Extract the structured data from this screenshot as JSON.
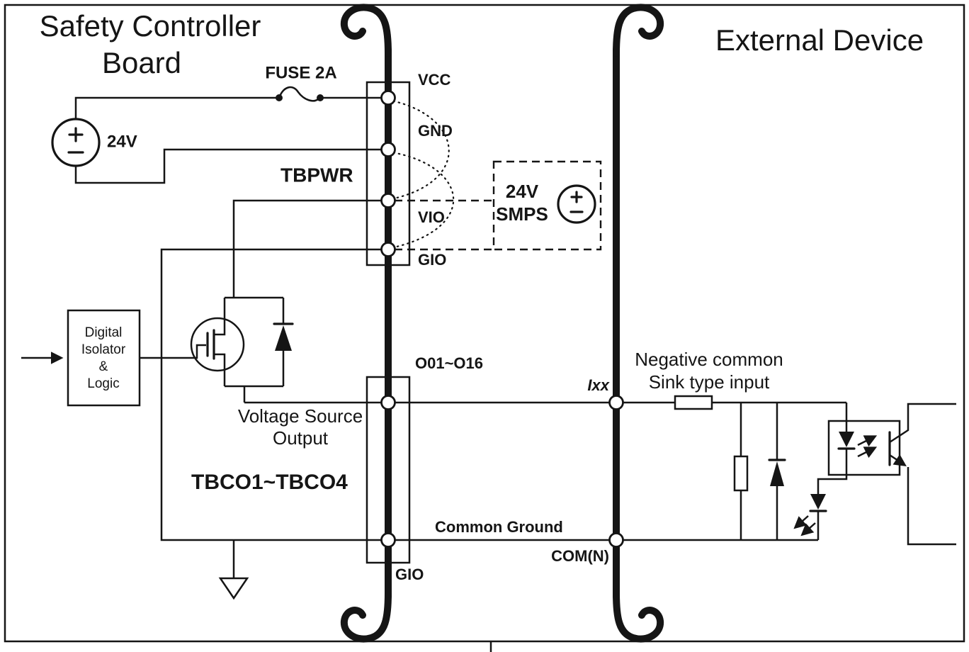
{
  "colors": {
    "ink": "#151515",
    "background": "#ffffff"
  },
  "board": {
    "title_line1": "Safety Controller",
    "title_line2": "Board"
  },
  "device": {
    "title": "External Device"
  },
  "supply": {
    "label": "24V",
    "fuse_label": "FUSE 2A"
  },
  "tbpwr": {
    "label": "TBPWR",
    "pin_vcc": "VCC",
    "pin_gnd": "GND",
    "pin_vio": "VIO",
    "pin_gio": "GIO"
  },
  "smps": {
    "line1": "24V",
    "line2": "SMPS"
  },
  "isolator": {
    "line1": "Digital",
    "line2": "Isolator",
    "line3": "&",
    "line4": "Logic"
  },
  "outputs": {
    "channel_range": "O01~O16",
    "source_line1": "Voltage Source",
    "source_line2": "Output",
    "block_label": "TBCO1~TBCO4",
    "common_ground": "Common Ground",
    "pin_gio": "GIO"
  },
  "input": {
    "signal_label": "Ixx",
    "type_line1": "Negative common",
    "type_line2": "Sink type input",
    "common_label": "COM(N)"
  }
}
